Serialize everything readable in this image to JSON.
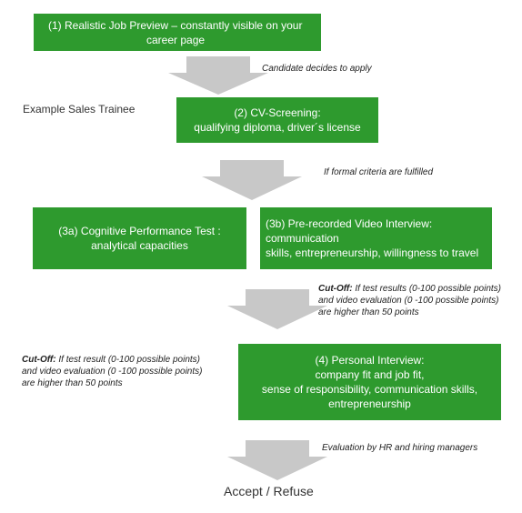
{
  "steps": {
    "step1": {
      "line1": "(1)  Realistic Job Preview – constantly visible on your",
      "line2": "career page"
    },
    "step2": {
      "line1": "(2) CV-Screening:",
      "line2": "qualifying diploma, driver´s license"
    },
    "step3a": {
      "line1": "(3a) Cognitive Performance Test :",
      "line2": "analytical capacities"
    },
    "step3b": {
      "line1": "(3b) Pre-recorded Video Interview: communication",
      "line2": "skills, entrepreneurship, willingness to travel"
    },
    "step4": {
      "line1": "(4) Personal  Interview:",
      "line2": "company fit and job fit,",
      "line3": "sense of responsibility, communication skills,",
      "line4": "entrepreneurship"
    }
  },
  "notes": {
    "apply": "Candidate decides to apply",
    "formal": "If formal criteria are fulfilled",
    "cutoff_right": {
      "label": "Cut-Off:",
      "line1": " If test results (0-100 possible points)",
      "line2": "and video evaluation (0 -100 possible points)",
      "line3": "are higher than 50 points"
    },
    "cutoff_left": {
      "label": "Cut-Off:",
      "line1": " If test result (0-100 possible points)",
      "line2": "and video evaluation (0 -100 possible points)",
      "line3": "are higher than 50 points"
    },
    "evaluation": "Evaluation by HR and hiring managers"
  },
  "example_label": "Example Sales Trainee",
  "outcome": "Accept / Refuse",
  "colors": {
    "box": "#2e9a2e",
    "arrow": "#c8c8c8"
  }
}
